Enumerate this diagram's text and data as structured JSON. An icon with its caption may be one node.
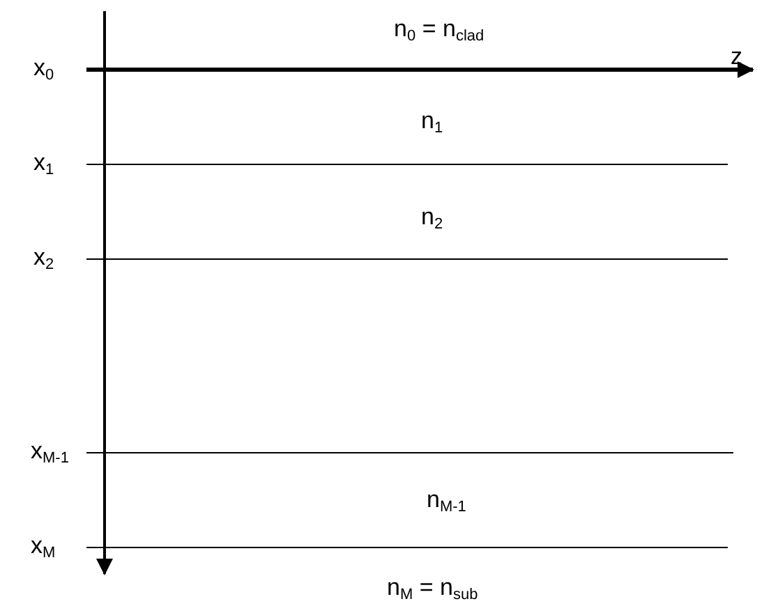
{
  "diagram": {
    "labels": [
      "n$_{0}$ = n$_{clad}$",
      "x$_{0}$",
      "z",
      "n$_{1}$",
      "x$_{1}$",
      "n$_{2}$",
      "x$_{2}$",
      "x$_{M-1}$",
      "n$_{M-1}$",
      "x$_{M}$",
      "n$_{M}$ = n$_{sub}$"
    ]
  }
}
